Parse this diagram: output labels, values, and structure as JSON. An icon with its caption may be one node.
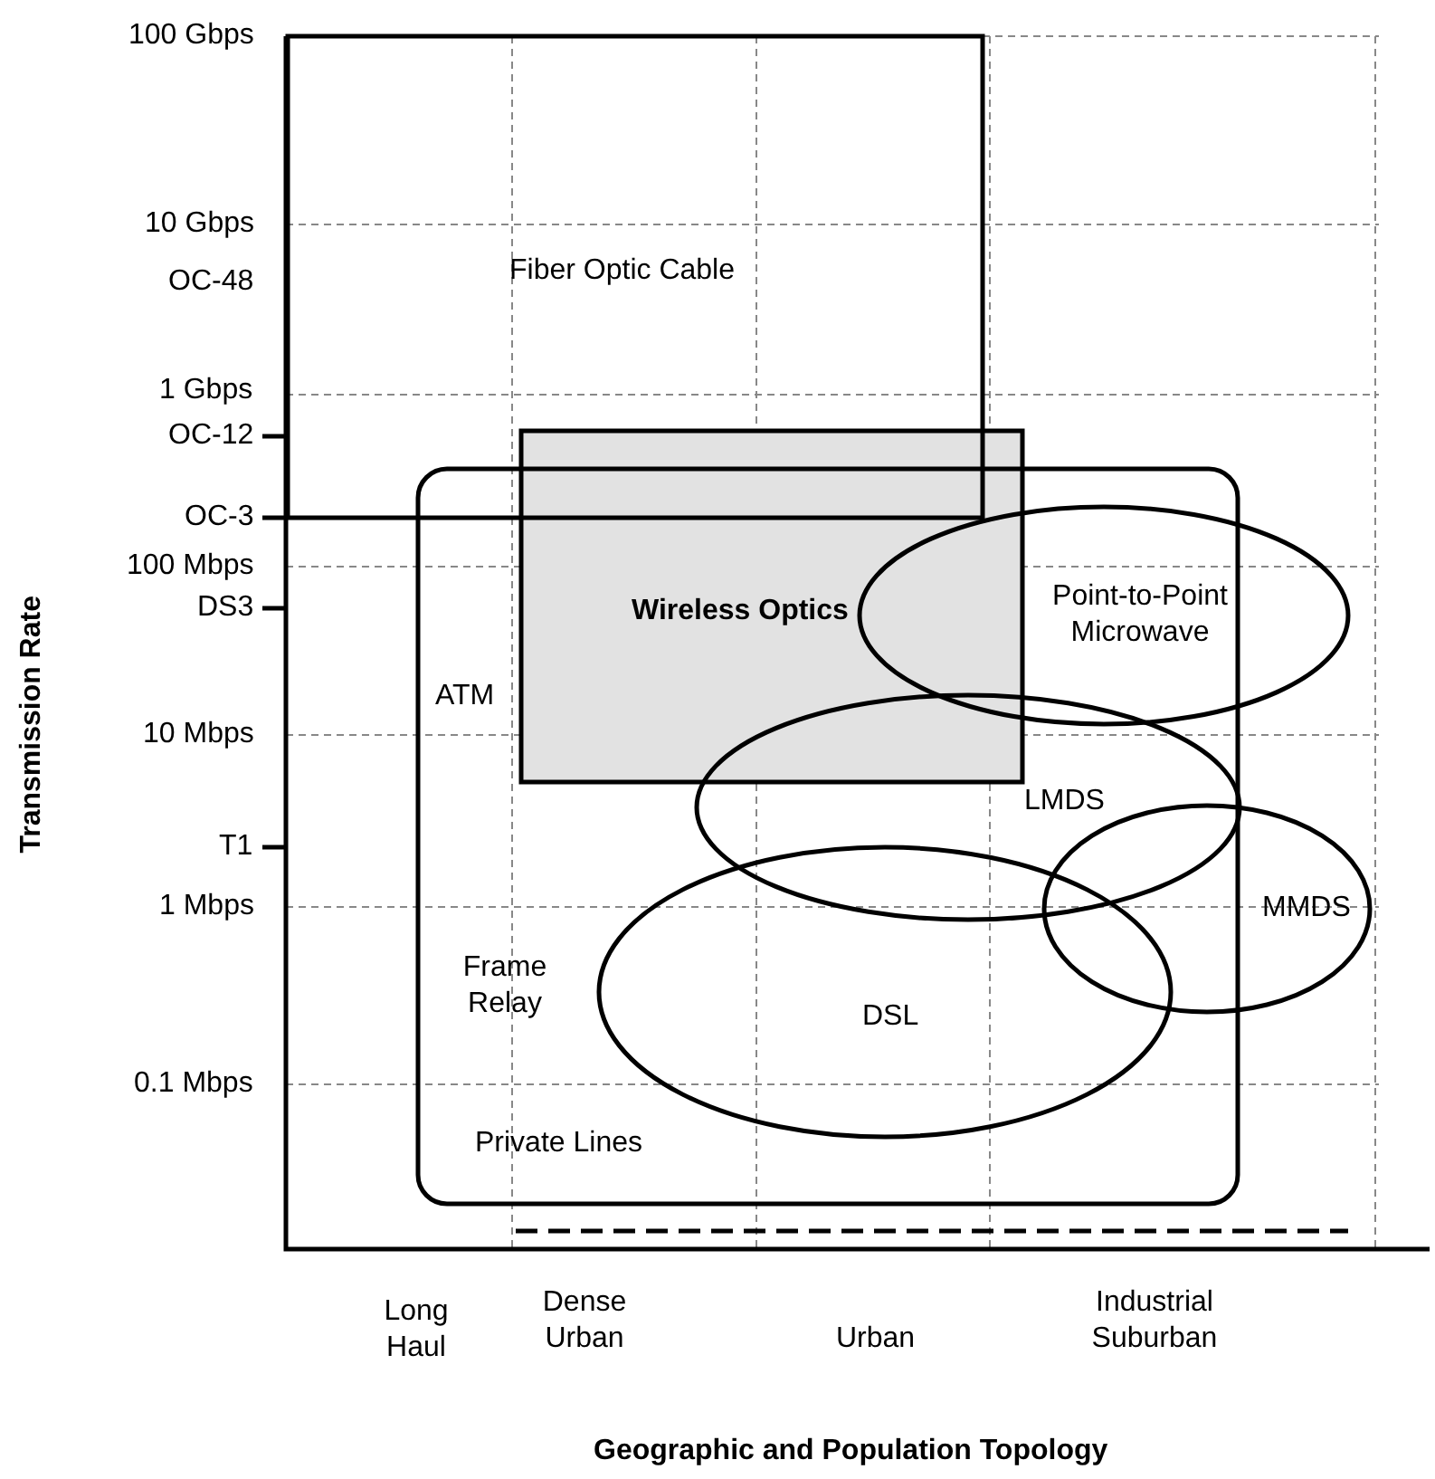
{
  "diagram": {
    "nodes": [
      {
        "text": [
          "Fiber Optic Cable"
        ]
      },
      {
        "text": [
          "ATM",
          "Frame Relay",
          "Private Lines"
        ]
      },
      {
        "text": [
          "Wireless Optics"
        ]
      },
      {
        "text": [
          "Point-to-Point Microwave"
        ]
      },
      {
        "text": [
          "LMDS"
        ],
        "in": 1
      },
      {
        "text": [
          "DSL"
        ],
        "in": 1
      },
      {
        "text": [
          "MMDS"
        ]
      }
    ],
    "edges": [],
    "labels": [
      "100 Gbps",
      "10 Gbps",
      "OC-48",
      "1 Gbps",
      "OC-12",
      "OC-3",
      "100 Mbps",
      "DS3",
      "10 Mbps",
      "T1",
      "1 Mbps",
      "0.1 Mbps",
      "Transmission Rate",
      "Long Haul",
      "Dense Urban",
      "Urban",
      "Industrial Suburban",
      "Geographic and Population Topology"
    ]
  }
}
